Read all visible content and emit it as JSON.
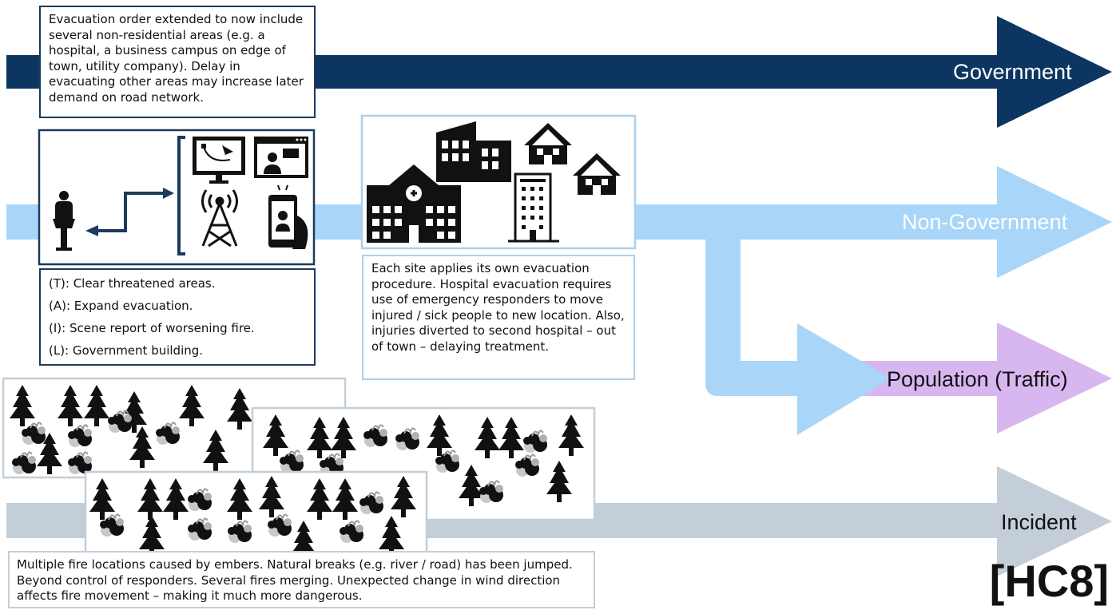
{
  "lanes": {
    "government": {
      "label": "Government",
      "color": "#0c3661",
      "text_color": "#ffffff"
    },
    "non_government": {
      "label": "Non-Government",
      "color": "#a9d6f8",
      "text_color": "#ffffff"
    },
    "population": {
      "label": "Population (Traffic)",
      "color": "#d8b7f0",
      "text_color": "#111111"
    },
    "incident": {
      "label": "Incident",
      "color": "#c3ced8",
      "text_color": "#111111"
    }
  },
  "notes": {
    "evacuation_order": "Evacuation order extended to now include several non-residential areas (e.g. a hospital, a business campus on edge of town, utility company). Delay in evacuating other areas may increase later demand on road network.",
    "site_procedure": "Each site applies its own evacuation procedure. Hospital evacuation requires use of emergency responders to move injured / sick people to new location. Also, injuries diverted to second hospital – out of town – delaying treatment.",
    "fire_description": "Multiple fire locations caused by embers. Natural breaks (e.g. river / road) has been jumped. Beyond control of responders. Several fires merging. Unexpected change in wind direction affects fire movement – making it much more dangerous."
  },
  "tail_list": [
    "(T): Clear threatened areas.",
    "(A): Expand evacuation.",
    "(I): Scene report of worsening fire.",
    "(L): Government building."
  ],
  "icons": {
    "communication_panel": [
      "speaker-at-podium-icon",
      "bidirectional-arrow-icon",
      "monitor-design-icon",
      "video-call-icon",
      "radio-tower-icon",
      "smartphone-call-icon"
    ],
    "buildings_panel": [
      "hospital-icon",
      "office-building-icon",
      "house-icon",
      "apartment-tower-icon"
    ],
    "forest_panels": [
      "pine-tree-icon",
      "burning-bush-icon"
    ]
  },
  "tag": "[HC8]"
}
